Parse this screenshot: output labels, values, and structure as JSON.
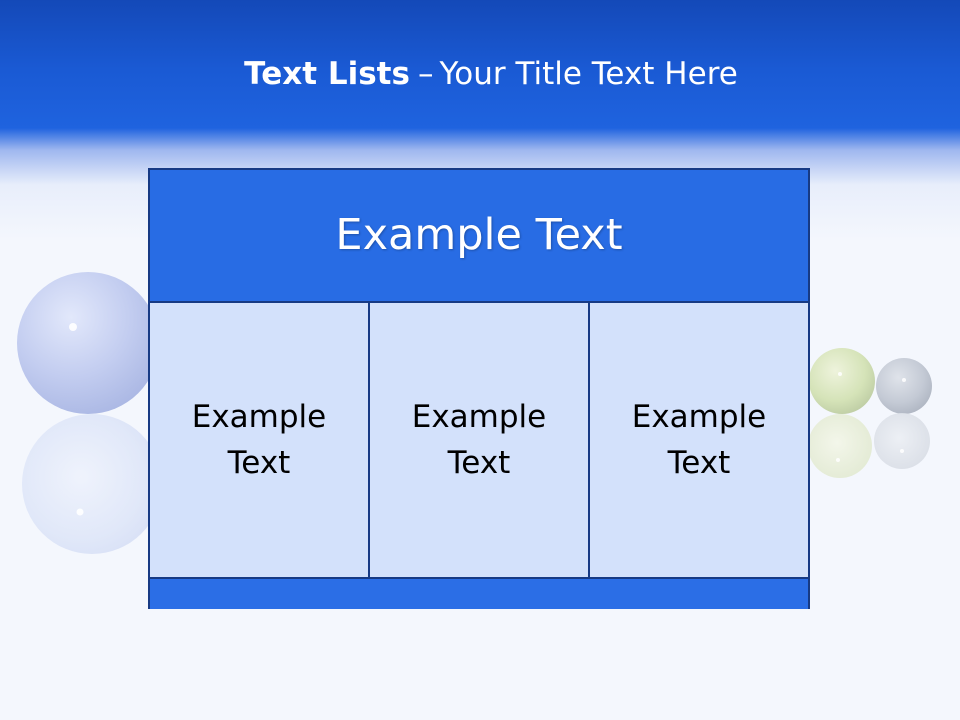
{
  "slide": {
    "title": {
      "bold": "Text Lists",
      "dash": "–",
      "rest": "Your Title Text Here"
    },
    "diagram": {
      "header": "Example Text",
      "columns": [
        {
          "label": "Example Text"
        },
        {
          "label": "Example Text"
        },
        {
          "label": "Example Text"
        }
      ]
    }
  },
  "colors": {
    "title_bar": "#1a5ad4",
    "header_fill": "#286ce4",
    "column_fill": "#d3e1fb",
    "border": "#173a84",
    "background": "#f4f7fd"
  }
}
